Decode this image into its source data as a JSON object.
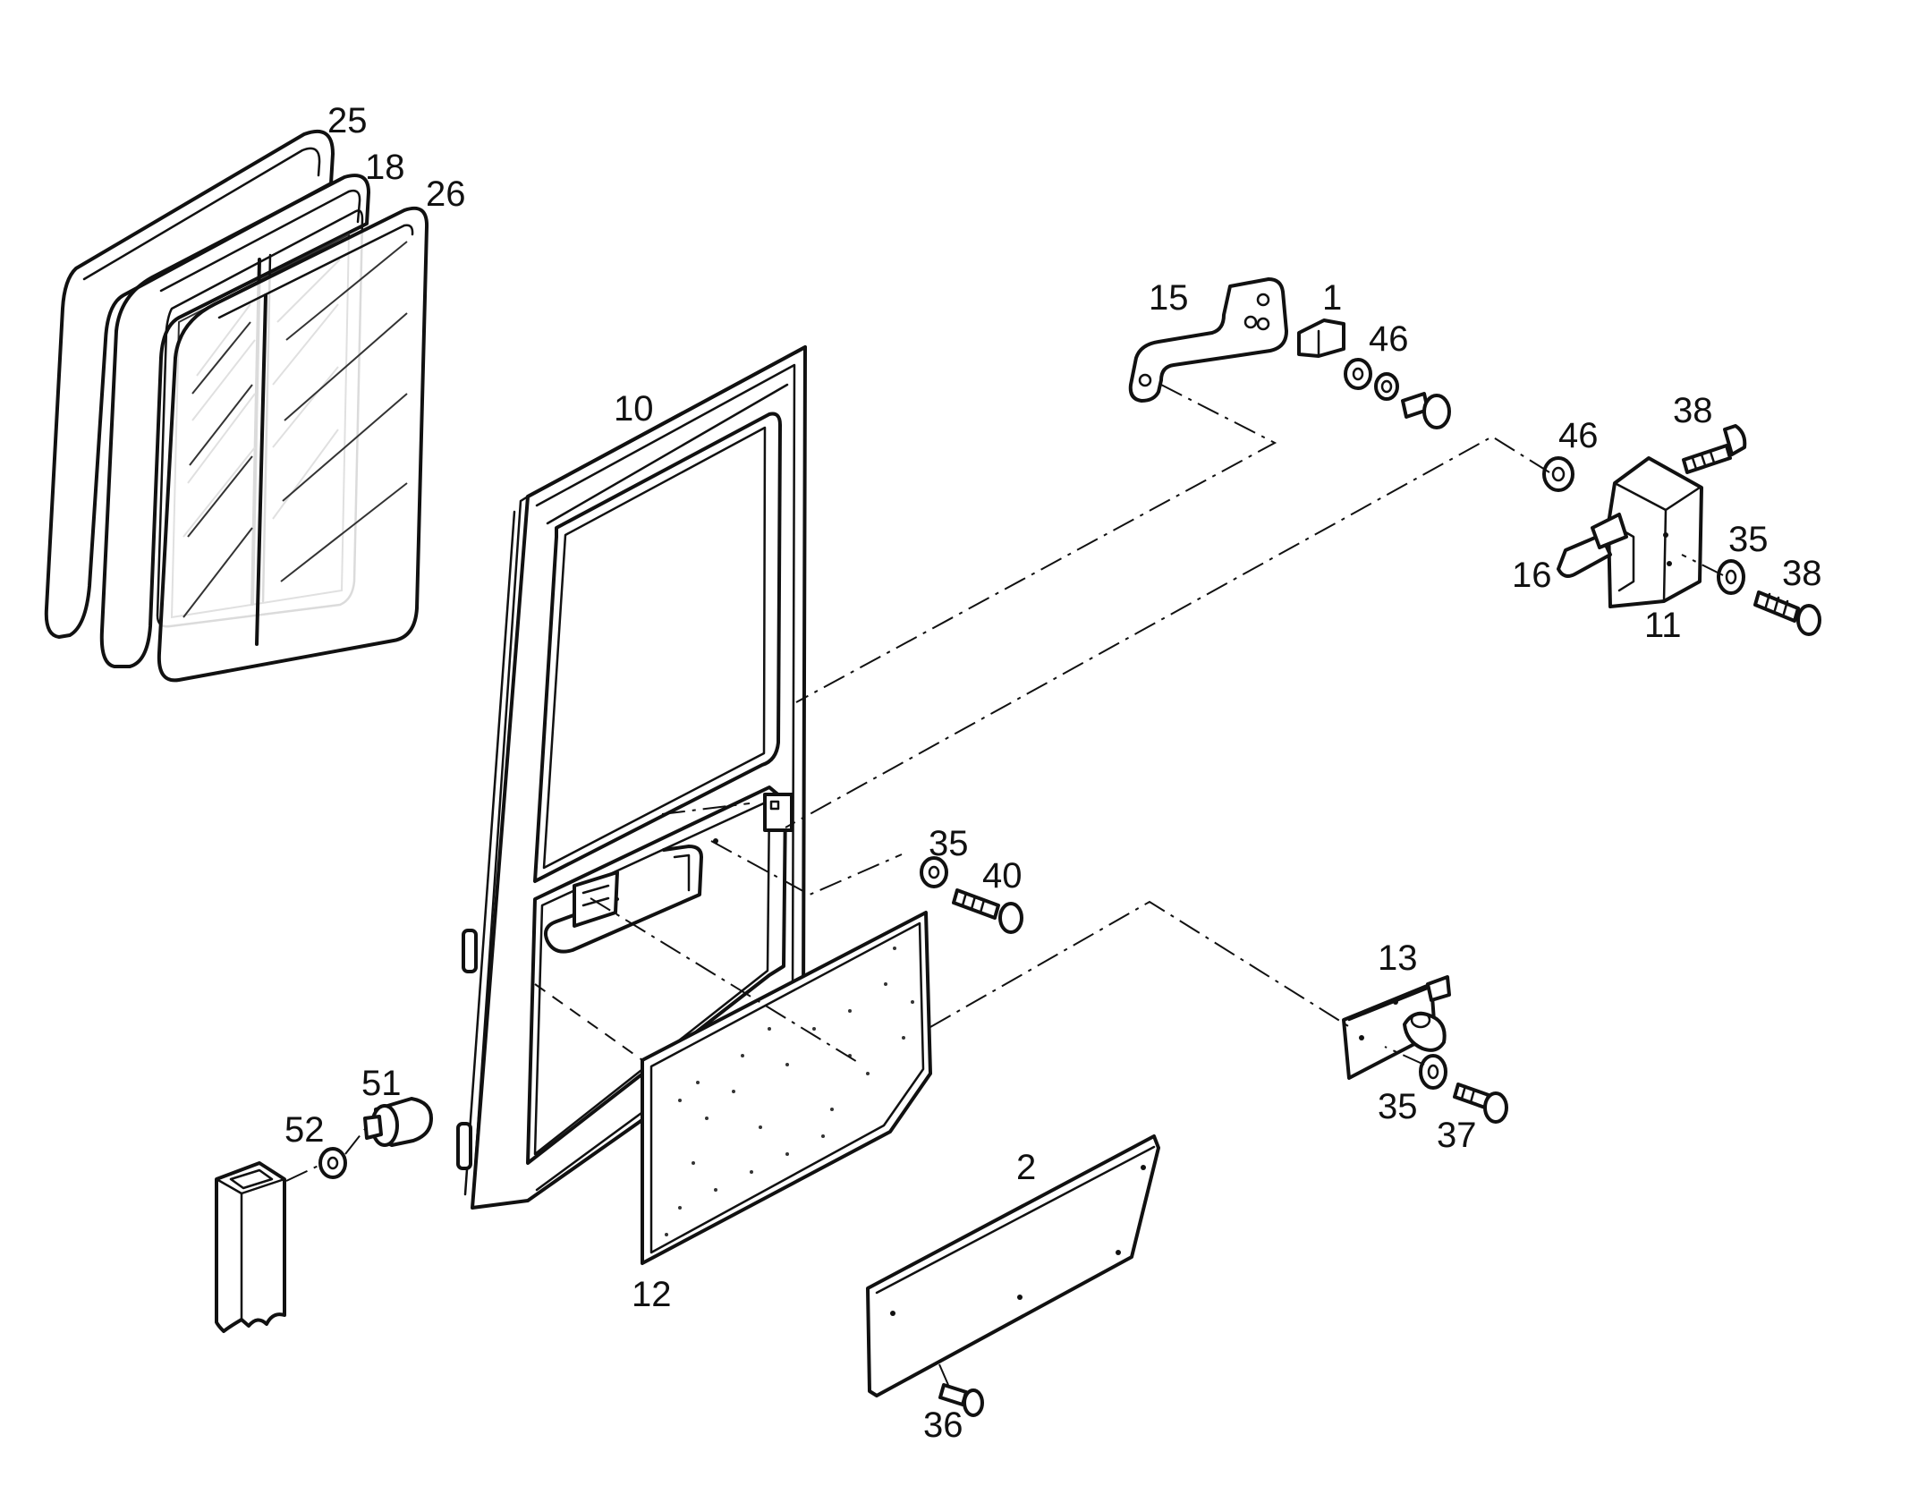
{
  "callouts": {
    "p25": "25",
    "p18": "18",
    "p26": "26",
    "p10": "10",
    "p15": "15",
    "p1": "1",
    "p46a": "46",
    "p46b": "46",
    "p38a": "38",
    "p38b": "38",
    "p35a": "35",
    "p35b": "35",
    "p35c": "35",
    "p16": "16",
    "p11": "11",
    "p40": "40",
    "p13": "13",
    "p37": "37",
    "p51": "51",
    "p52": "52",
    "p12": "12",
    "p2": "2",
    "p36": "36"
  }
}
